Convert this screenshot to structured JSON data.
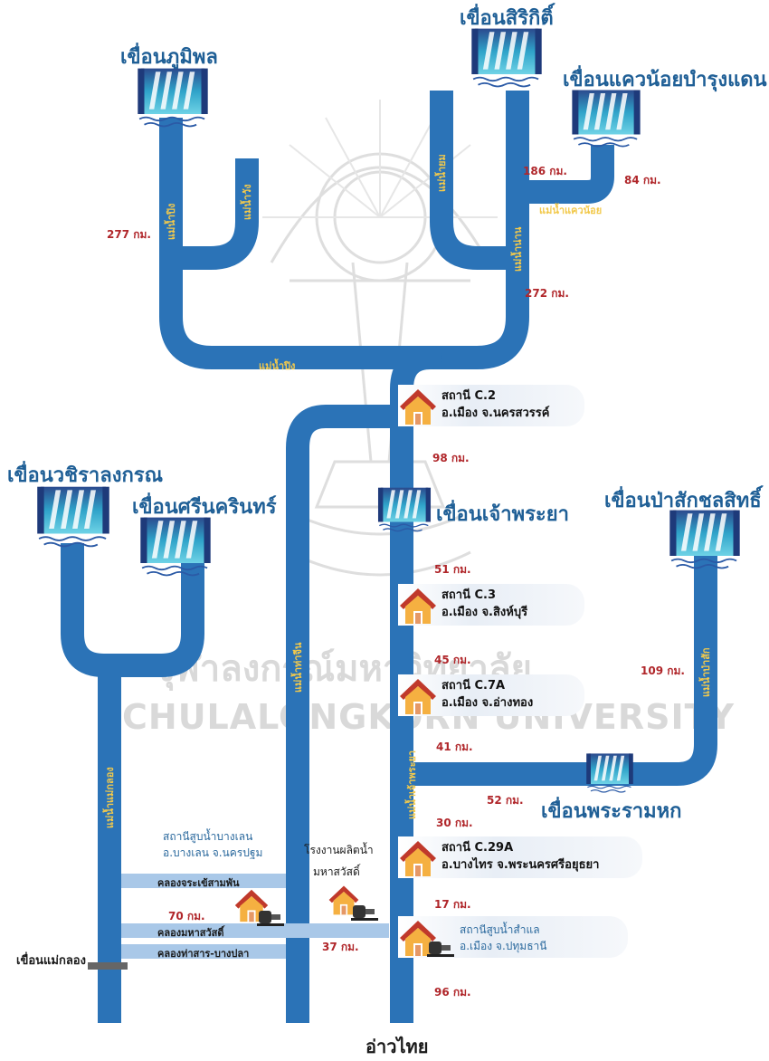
{
  "watermark": {
    "thai": "จุฬาลงกรณ์มหาวิทยาลัย",
    "english": "CHULALONGKORN UNIVERSITY"
  },
  "dams": {
    "bhumibol": "เขื่อนภูมิพล",
    "sirikit": "เขื่อนสิริกิติ์",
    "khwae_noi": "เขื่อนแควน้อยบำรุงแดน",
    "vajiralongkorn": "เขื่อนวชิราลงกรณ",
    "srinagarind": "เขื่อนศรีนครินทร์",
    "chao_phraya": "เขื่อนเจ้าพระยา",
    "pasak": "เขื่อนป่าสักชลสิทธิ์",
    "rama6": "เขื่อนพระรามหก",
    "mae_klong": "เขื่อนแม่กลอง"
  },
  "rivers": {
    "ping_upper": "แม่น้ำปิง",
    "wang": "แม่น้ำวัง",
    "yom": "แม่น้ำยม",
    "nan": "แม่น้ำน่าน",
    "khwae_noi": "แม่น้ำแควน้อย",
    "ping_lower": "แม่น้ำปิง",
    "tha_chin": "แม่น้ำท่าจีน",
    "chao_phraya": "แม่น้ำเจ้าพระยา",
    "pasak": "แม่น้ำป่าสัก",
    "mae_klong": "แม่น้ำแม่กลอง"
  },
  "distances": {
    "ping": "277 กม.",
    "yom": "186 กม.",
    "khwae_noi": "84 กม.",
    "nan": "272 กม.",
    "c2": "98 กม.",
    "c3_upper": "51 กม.",
    "c3_lower": "45 กม.",
    "c7a": "41 กม.",
    "rama6": "52 กม.",
    "c29a": "30 กม.",
    "samlae": "17 กม.",
    "pasak": "109 กม.",
    "mahasawat": "70 กม.",
    "tha_chin_canal": "37 กม.",
    "mouth": "96 กม."
  },
  "stations": {
    "c2": {
      "name": "สถานี C.2",
      "location": "อ.เมือง จ.นครสวรรค์"
    },
    "c3": {
      "name": "สถานี C.3",
      "location": "อ.เมือง จ.สิงห์บุรี"
    },
    "c7a": {
      "name": "สถานี C.7A",
      "location": "อ.เมือง จ.อ่างทอง"
    },
    "c29a": {
      "name": "สถานี C.29A",
      "location": "อ.บางไทร จ.พระนครศรีอยุธยา"
    },
    "samlae": {
      "name": "สถานีสูบน้ำสำแล",
      "location": "อ.เมือง จ.ปทุมธานี"
    }
  },
  "pumping": {
    "bang_len_line1": "สถานีสูบน้ำบางเลน",
    "bang_len_line2": "อ.บางเลน จ.นครปฐม",
    "power_line1": "โรงงานผลิตน้ำ",
    "power_line2": "มหาสวัสดิ์"
  },
  "canals": {
    "chorakhe": "คลองจระเข้สามพัน",
    "mahasawat": "คลองมหาสวัสดิ์",
    "tha_san": "คลองท่าสาร-บางปลา"
  },
  "gulf": "อ่าวไทย",
  "colors": {
    "river": "#2b73b7",
    "canal": "#a9c8e8",
    "distance": "#b0262a",
    "dam_label": "#1f5f96",
    "river_label": "#f2c94c",
    "house_roof": "#c0392b",
    "house_wall": "#f5b041"
  },
  "icons": {
    "dam": "dam-icon",
    "station": "house-icon",
    "pump": "pump-icon"
  }
}
